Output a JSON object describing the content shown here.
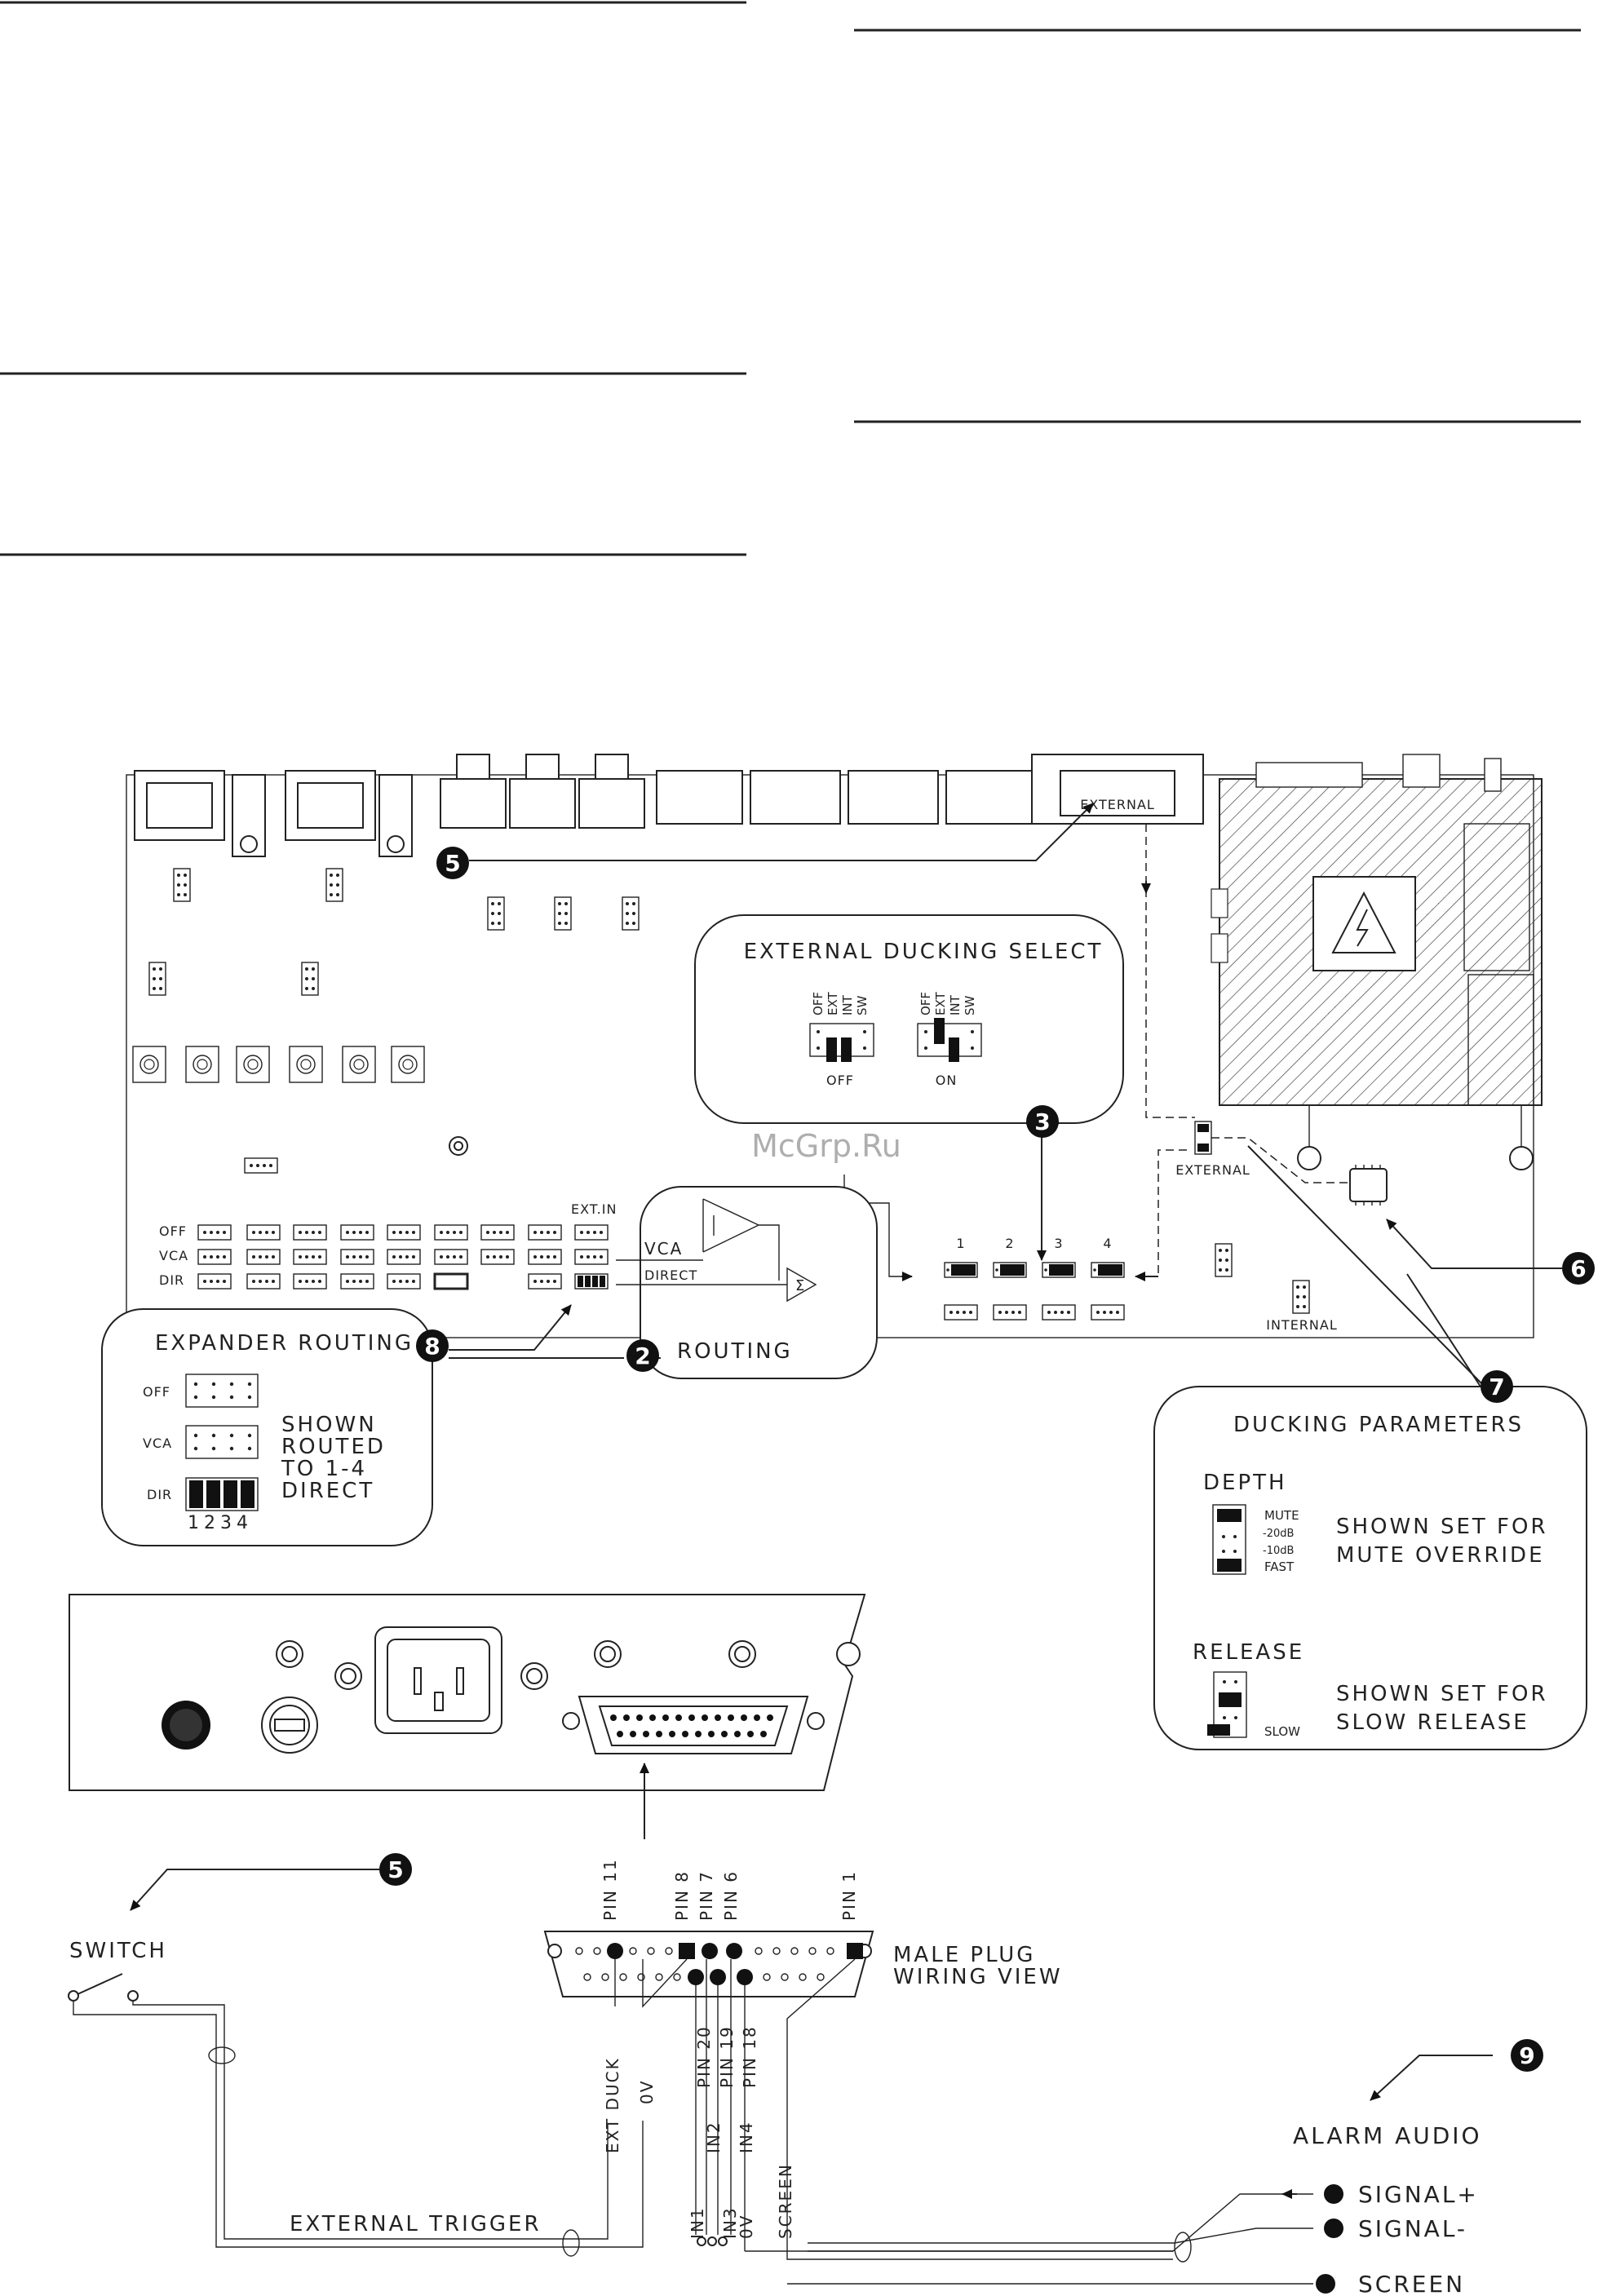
{
  "watermark": "McGrp.Ru",
  "board": {
    "external_connector": "EXTERNAL",
    "external_ducking_select": {
      "title": "EXTERNAL DUCKING SELECT",
      "positions": [
        "OFF",
        "EXT",
        "INT",
        "SW"
      ],
      "caption_off": "OFF",
      "caption_on": "ON"
    },
    "routing": {
      "title": "ROUTING",
      "vca": "VCA",
      "direct": "DIRECT",
      "sigma": "Σ"
    },
    "row_labels": [
      "OFF",
      "VCA",
      "DIR"
    ],
    "ext_in": "EXT.IN",
    "channels": [
      "1",
      "2",
      "3",
      "4"
    ],
    "external_jumper": "EXTERNAL",
    "internal_jumper": "INTERNAL"
  },
  "expander_routing": {
    "title": "EXPANDER ROUTING",
    "rows": [
      "OFF",
      "VCA",
      "DIR"
    ],
    "note": [
      "SHOWN",
      "ROUTED",
      "TO 1-4",
      "DIRECT"
    ],
    "channel_numbers": "1234"
  },
  "ducking_parameters": {
    "title": "DUCKING PARAMETERS",
    "depth": {
      "label": "DEPTH",
      "mute": "MUTE",
      "minus20": "-20dB",
      "minus10": "-10dB",
      "fast": "FAST",
      "note": [
        "SHOWN SET FOR",
        "MUTE OVERRIDE"
      ]
    },
    "release": {
      "label": "RELEASE",
      "slow": "SLOW",
      "note": [
        "SHOWN SET FOR",
        "SLOW RELEASE"
      ]
    }
  },
  "wiring": {
    "switch": "SWITCH",
    "plug_caption": [
      "MALE PLUG",
      "WIRING VIEW"
    ],
    "pins_top": [
      "PIN 11",
      "PIN 8",
      "PIN 7",
      "PIN 6",
      "PIN 1"
    ],
    "pins_bottom": [
      "PIN 20",
      "PIN 19",
      "PIN 18"
    ],
    "ext_duck": "EXT DUCK",
    "zero_v": "0V",
    "inputs": [
      "IN1",
      "IN2",
      "IN3",
      "IN4"
    ],
    "zero_v_2": "0V",
    "screen": "SCREEN",
    "external_trigger": "EXTERNAL TRIGGER",
    "alarm_audio": "ALARM AUDIO",
    "signal_plus": "SIGNAL+",
    "signal_minus": "SIGNAL-",
    "signal_screen": "SCREEN"
  },
  "callouts": {
    "c5_top": "5",
    "c3": "3",
    "c6": "6",
    "c8": "8",
    "c2": "2",
    "c7": "7",
    "c5_bottom": "5",
    "c9": "9"
  }
}
